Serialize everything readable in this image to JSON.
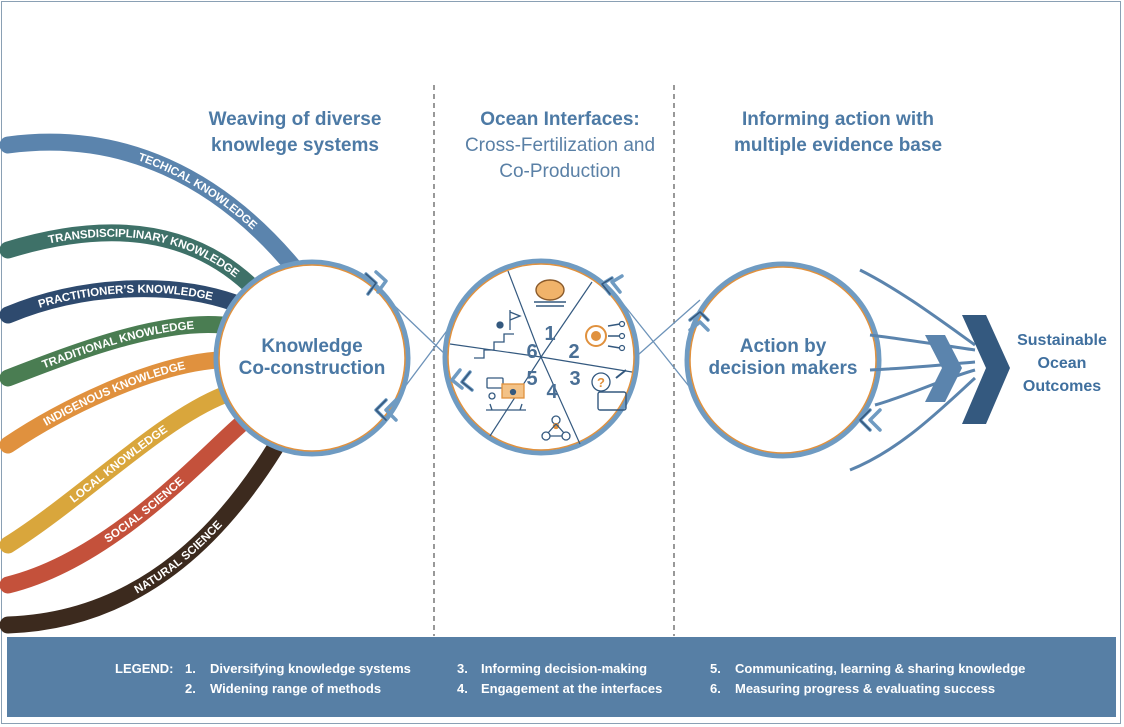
{
  "headers": {
    "left_line1": "Weaving of diverse",
    "left_line2": "knowlege systems",
    "middle_title": "Ocean Interfaces:",
    "middle_sub1": "Cross-Fertilization and",
    "middle_sub2": "Co-Production",
    "right_line1": "Informing action with",
    "right_line2": "multiple evidence base"
  },
  "strands": [
    {
      "label": "TECHICAL KNOWLEDGE",
      "color": "#5b84ad"
    },
    {
      "label": "TRANSDISCIPLINARY KNOWLEDGE",
      "color": "#3e7168"
    },
    {
      "label": "PRACTITIONER’S KNOWLEDGE",
      "color": "#2e4a6e"
    },
    {
      "label": "TRADITIONAL KNOWLEDGE",
      "color": "#4a7d52"
    },
    {
      "label": "INDIGENOUS KNOWLEDGE",
      "color": "#e0913e"
    },
    {
      "label": "LOCAL KNOWLEDGE",
      "color": "#d9a63c"
    },
    {
      "label": "SOCIAL SCIENCE",
      "color": "#c4513b"
    },
    {
      "label": "NATURAL SCIENCE",
      "color": "#3c2a1e"
    }
  ],
  "circles": {
    "left_line1": "Knowledge",
    "left_line2": "Co-construction",
    "right_line1": "Action by",
    "right_line2": "decision makers"
  },
  "segments": [
    "1",
    "2",
    "3",
    "4",
    "5",
    "6"
  ],
  "outcome": {
    "line1": "Sustainable",
    "line2": "Ocean",
    "line3": "Outcomes"
  },
  "legend": {
    "title": "LEGEND:",
    "items": [
      {
        "num": "1.",
        "text": "Diversifying knowledge systems"
      },
      {
        "num": "2.",
        "text": "Widening range of methods"
      },
      {
        "num": "3.",
        "text": "Informing decision-making"
      },
      {
        "num": "4.",
        "text": "Engagement at the interfaces"
      },
      {
        "num": "5.",
        "text": "Communicating, learning & sharing knowledge"
      },
      {
        "num": "6.",
        "text": "Measuring progress & evaluating success"
      }
    ]
  },
  "colors": {
    "accent": "#4d7aa5",
    "legend_bg": "#577fa5",
    "ring_orange": "#e0913e",
    "ring_blue": "#6f9bc2",
    "arrow_dark": "#34597f"
  },
  "icons": [
    "brain-book-icon",
    "gear-network-icon",
    "question-note-icon",
    "people-network-icon",
    "meeting-icon",
    "progress-steps-icon",
    "chevron-arrow-icon"
  ]
}
